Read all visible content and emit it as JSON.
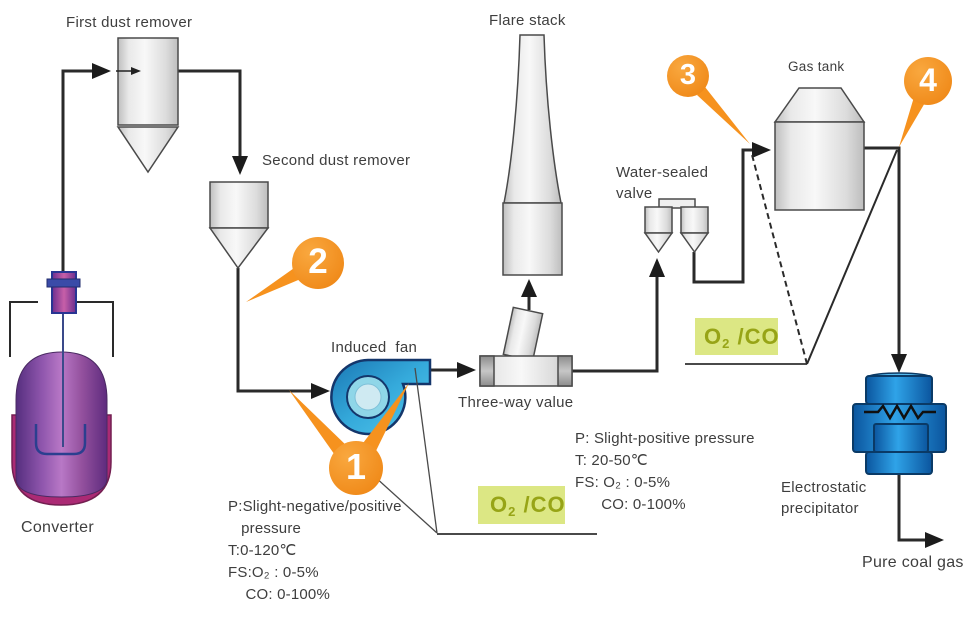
{
  "labels": {
    "first_dust_remover": "First dust remover",
    "second_dust_remover": "Second dust remover",
    "converter": "Converter",
    "induced_fan": "Induced  fan",
    "flare_stack": "Flare stack",
    "three_way_valve": "Three-way value",
    "water_sealed_valve": "Water-sealed\nvalve",
    "gas_tank": "Gas tank",
    "electrostatic_precipitator": "Electrostatic\nprecipitator",
    "pure_coal_gas": "Pure coal gas"
  },
  "markers": [
    "1",
    "2",
    "3",
    "4"
  ],
  "sample_boxes": {
    "left": {
      "o": "O",
      "sub": "2",
      "rest": " /CO"
    },
    "right": {
      "o": "O",
      "sub": "2",
      "rest": " /CO"
    }
  },
  "notes": {
    "left": "P:Slight-negative/positive\n   pressure\nT:0-120℃\nFS:O₂ : 0-5%\n    CO: 0-100%",
    "right": "P: Slight-positive pressure\nT: 20-50℃\nFS: O₂ : 0-5%\n      CO: 0-100%"
  },
  "colors": {
    "accent_orange": "#F6921E",
    "gas_box_fill": "#DCE784",
    "gas_box_text": "#97A416",
    "fan_blue": "#2D9FD4",
    "esp_blue": "#1C86D1",
    "converter_purple": "#9D62B8",
    "pipe": "#2A2A2A"
  }
}
